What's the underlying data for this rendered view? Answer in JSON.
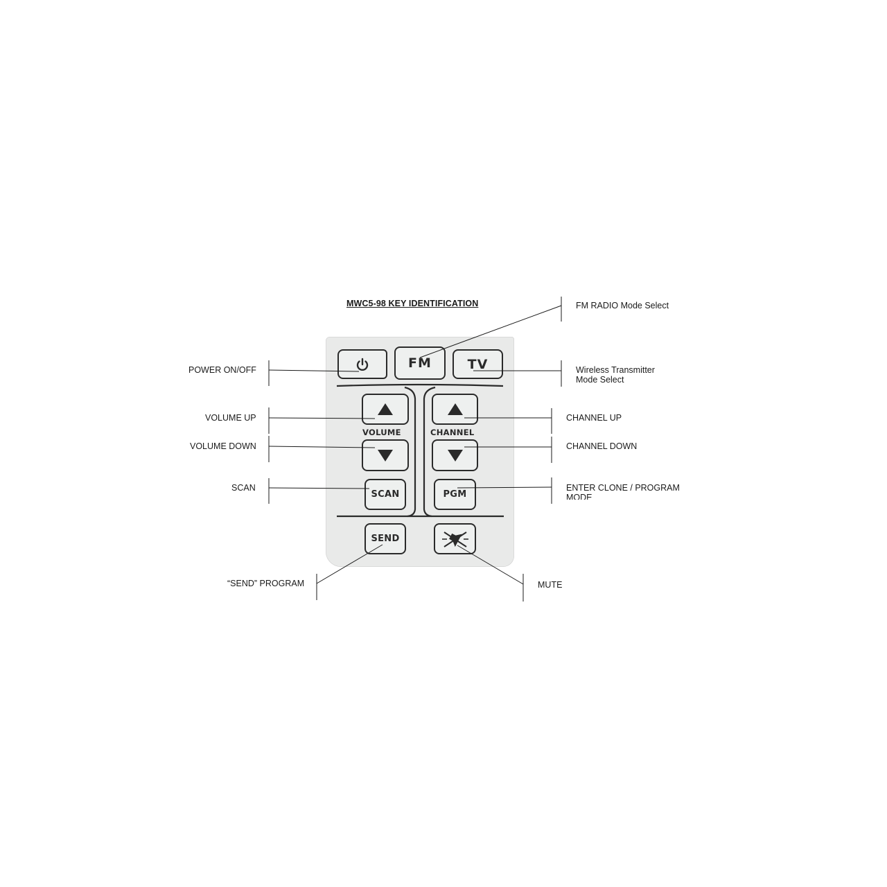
{
  "title": "MWC5-98  KEY IDENTIFICATION",
  "keys": {
    "power_icon": "power-icon",
    "fm": "FM",
    "tv": "TV",
    "volume_up_icon": "triangle-up-icon",
    "volume_down_icon": "triangle-down-icon",
    "channel_up_icon": "triangle-up-icon",
    "channel_down_icon": "triangle-down-icon",
    "scan": "SCAN",
    "pgm": "PGM",
    "send": "SEND",
    "mute_icon": "mute-speaker-icon"
  },
  "section_labels": {
    "volume": "VOLUME",
    "channel": "CHANNEL"
  },
  "callouts": {
    "power": "POWER ON/OFF",
    "volume_up": "VOLUME UP",
    "volume_down": "VOLUME DOWN",
    "scan": "SCAN",
    "send_program": "“SEND” PROGRAM",
    "fm_radio": "FM RADIO Mode Select",
    "wireless_line1": "Wireless Transmitter",
    "wireless_line2": "Mode Select",
    "channel_up": "CHANNEL UP",
    "channel_down": "CHANNEL DOWN",
    "enter_clone_line1": "ENTER CLONE / PROGRAM",
    "enter_clone_line2": "MODE",
    "mute": "MUTE"
  },
  "colors": {
    "remote_body": "#e9eae9",
    "key_outline": "#2a2a2a",
    "text": "#1a1a1a"
  }
}
